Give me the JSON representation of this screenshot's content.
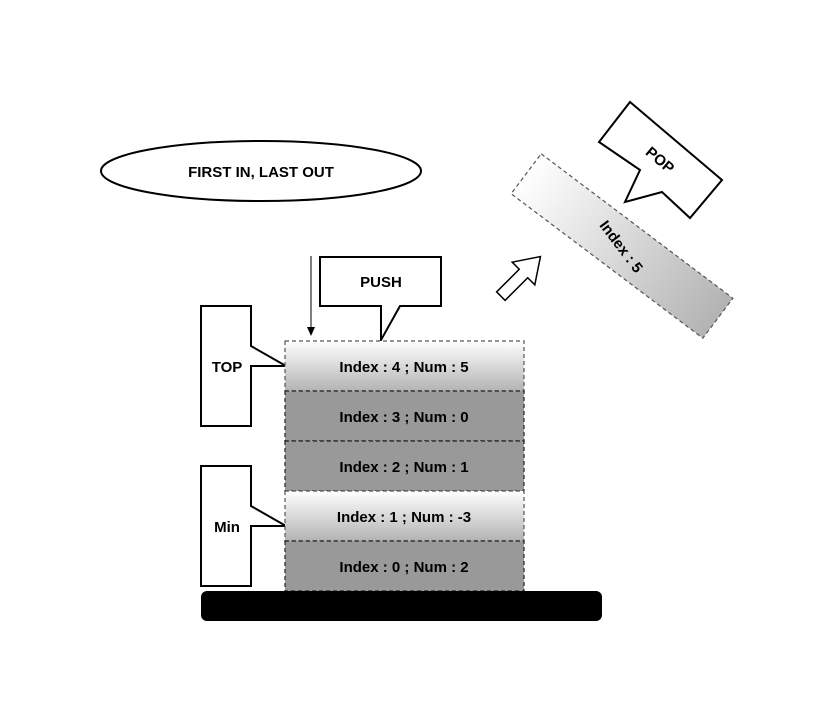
{
  "ellipse_label": "FIRST IN, LAST OUT",
  "push_label": "PUSH",
  "pop_label": "POP",
  "top_label": "TOP",
  "min_label": "Min",
  "popped_block": {
    "label": "Index : 5",
    "style": "light"
  },
  "stack_blocks": [
    {
      "label": "Index : 4 ; Num : 5",
      "style": "light"
    },
    {
      "label": "Index : 3 ; Num : 0",
      "style": "dark"
    },
    {
      "label": "Index : 2 ; Num : 1",
      "style": "dark"
    },
    {
      "label": "Index : 1 ; Num : -3",
      "style": "light"
    },
    {
      "label": "Index : 0 ; Num : 2",
      "style": "dark"
    }
  ],
  "colors": {
    "light_top": "#ffffff",
    "light_bottom": "#b3b3b3",
    "dark_fill": "#999999",
    "outline": "#000000",
    "base": "#000000",
    "dash_border": "#555555"
  },
  "icons": [
    "down-arrow-icon",
    "up-right-hollow-arrow-icon"
  ]
}
